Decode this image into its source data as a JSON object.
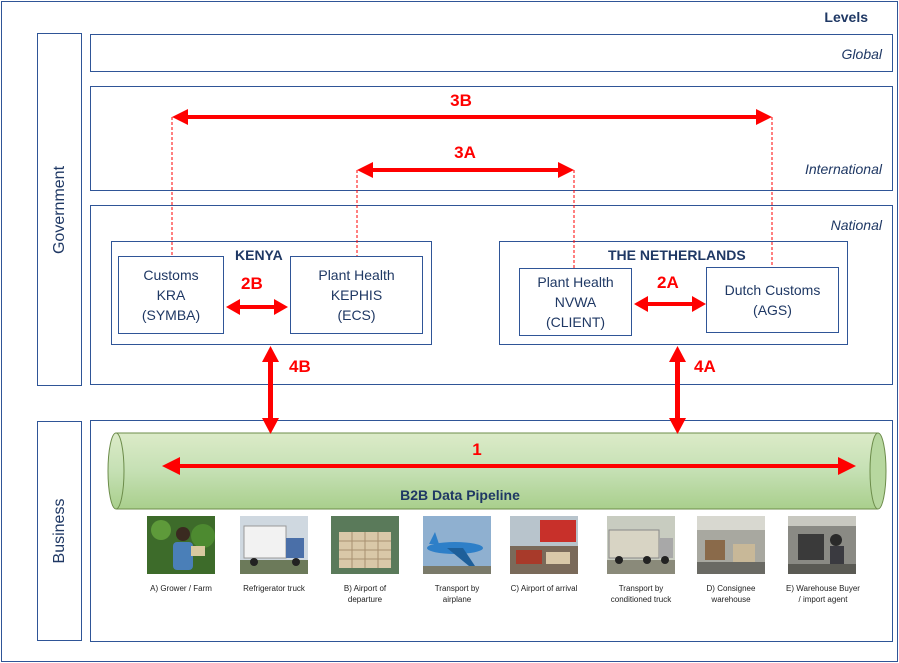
{
  "levels": {
    "title": "Levels",
    "global": "Global",
    "international": "International",
    "national": "National"
  },
  "side": {
    "government": "Government",
    "business": "Business"
  },
  "kenya": {
    "title": "KENYA",
    "customs": {
      "line1": "Customs",
      "line2": "KRA",
      "line3": "(SYMBA)"
    },
    "plant_health": {
      "line1": "Plant Health",
      "line2": "KEPHIS",
      "line3": "(ECS)"
    }
  },
  "netherlands": {
    "title": "THE NETHERLANDS",
    "plant_health": {
      "line1": "Plant Health",
      "line2": "NVWA",
      "line3": "(CLIENT)"
    },
    "customs": {
      "line1": "Dutch Customs",
      "line2": "(AGS)"
    }
  },
  "arrows": {
    "a3B": "3B",
    "a3A": "3A",
    "a2B": "2B",
    "a2A": "2A",
    "a4B": "4B",
    "a4A": "4A",
    "a1": "1"
  },
  "pipeline": {
    "label": "B2B Data Pipeline"
  },
  "steps": [
    {
      "label": "A) Grower / Farm",
      "icon": "grower-farm-photo"
    },
    {
      "label": "Refrigerator truck",
      "icon": "refrigerator-truck-photo"
    },
    {
      "label": "B) Airport of departure",
      "icon": "airport-departure-photo"
    },
    {
      "label": "Transport by airplane",
      "icon": "airplane-photo"
    },
    {
      "label": "C) Airport of arrival",
      "icon": "airport-arrival-photo"
    },
    {
      "label": "Transport by conditioned truck",
      "icon": "conditioned-truck-photo"
    },
    {
      "label": "D) Consignee warehouse",
      "icon": "consignee-warehouse-photo"
    },
    {
      "label": "E) Warehouse Buyer / import agent",
      "icon": "warehouse-buyer-photo"
    }
  ],
  "colors": {
    "border": "#2f5597",
    "text": "#1f3864",
    "arrow": "#ff0000",
    "pipeline": "#c5e0b4"
  }
}
